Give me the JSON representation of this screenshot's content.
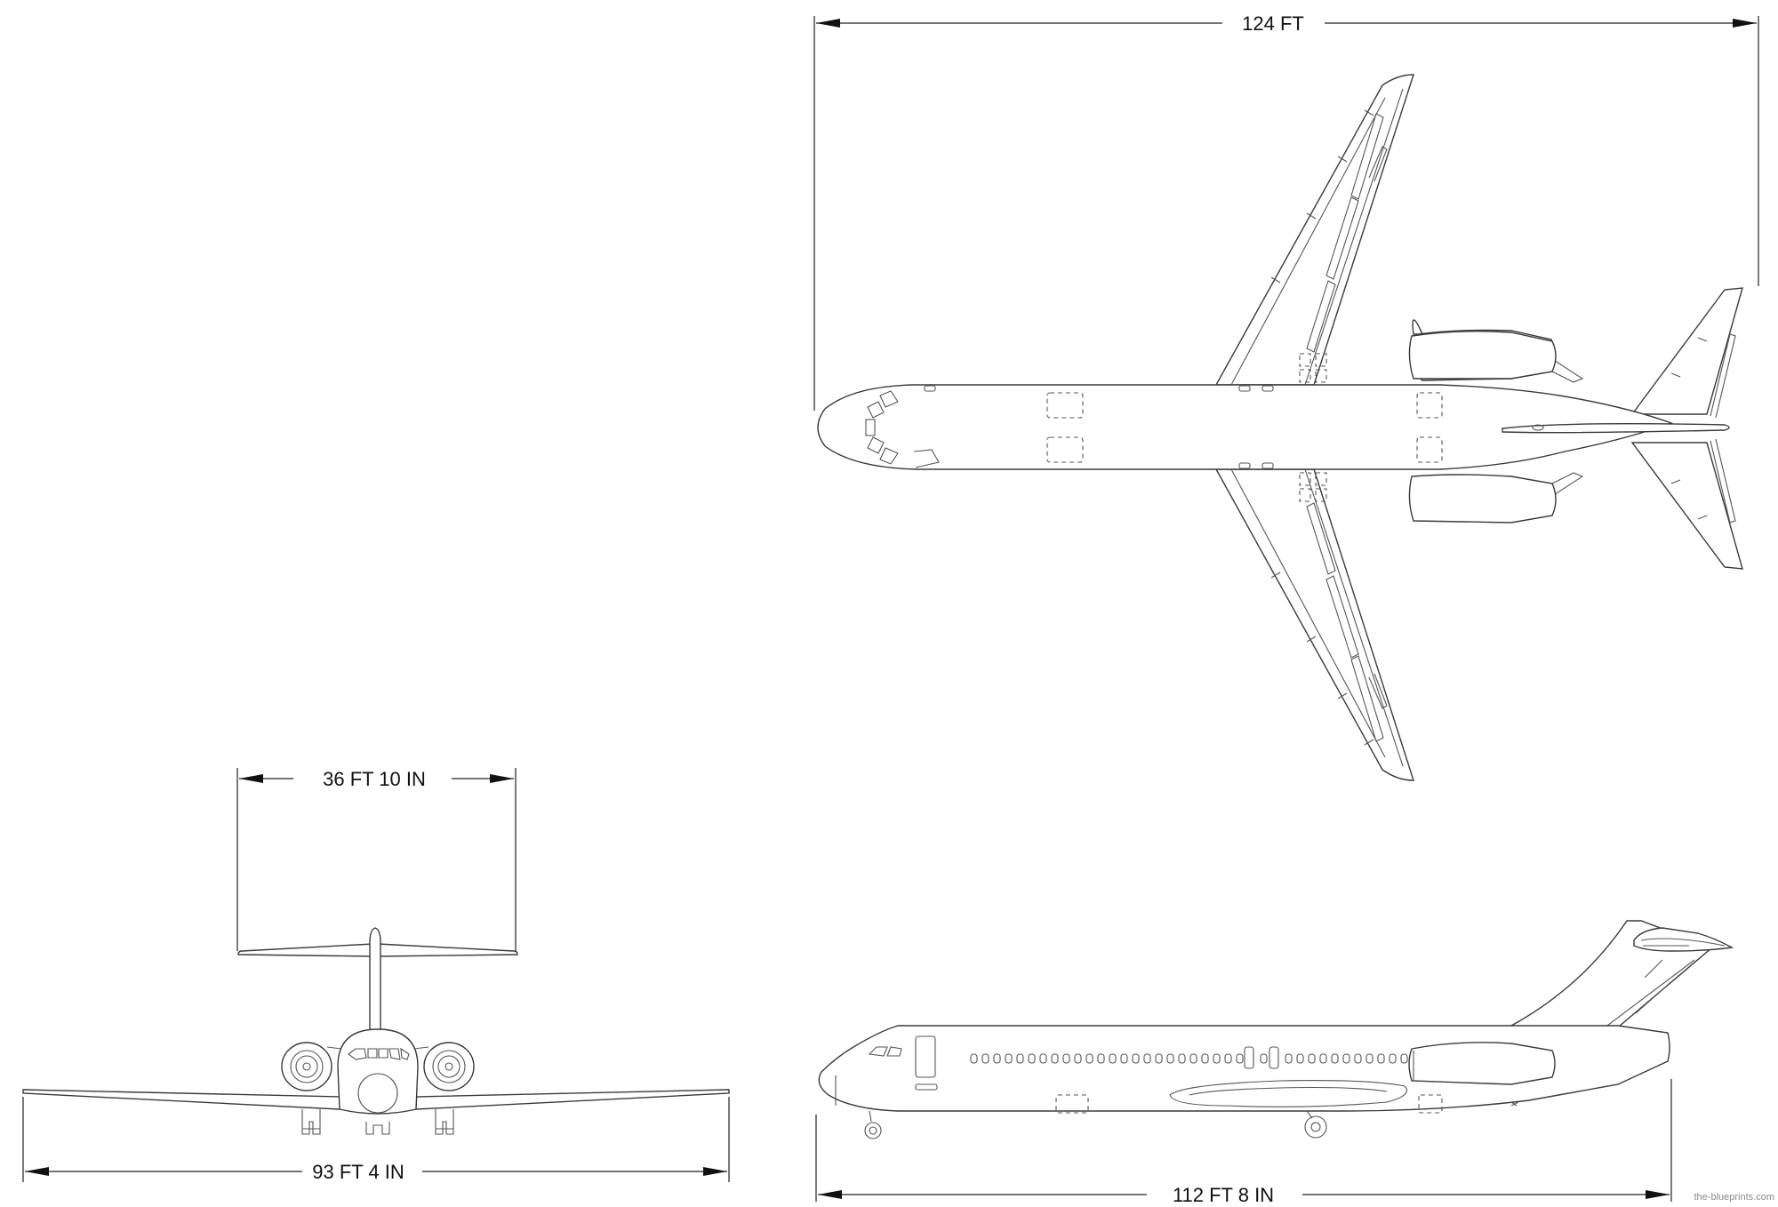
{
  "dimensions": {
    "top_length": "124 FT",
    "tail_height": "36 FT 10 IN",
    "wingspan": "93 FT 4 IN",
    "side_length": "112 FT 8 IN"
  },
  "watermark": "the-blueprints.com",
  "colors": {
    "line": "#3a3a3a",
    "dimension": "#222222",
    "background": "#ffffff"
  }
}
